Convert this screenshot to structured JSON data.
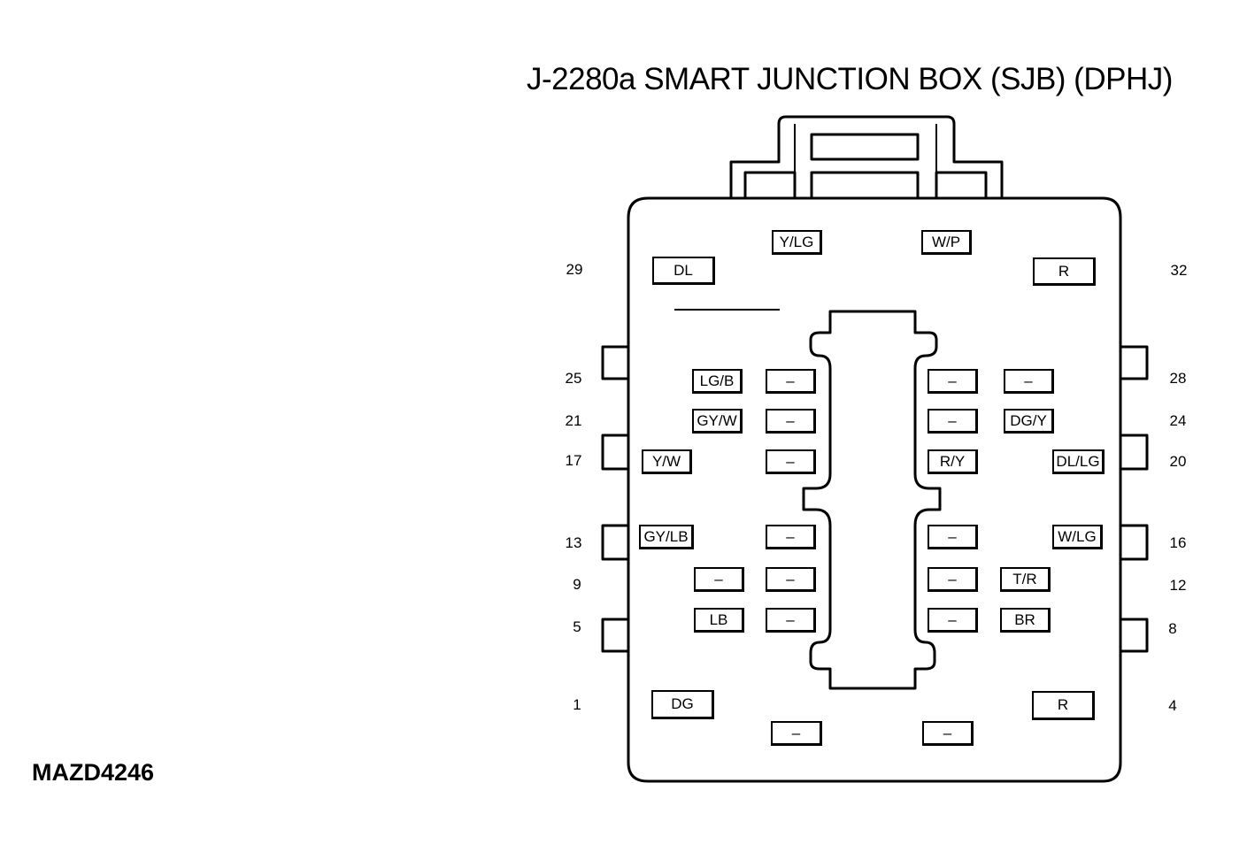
{
  "title": "J-2280a SMART JUNCTION BOX (SJB) (DPHJ)",
  "diagram_code": "MAZD4246",
  "pin_numbers": {
    "p29": "29",
    "p32": "32",
    "p25": "25",
    "p28": "28",
    "p21": "21",
    "p24": "24",
    "p17": "17",
    "p20": "20",
    "p13": "13",
    "p16": "16",
    "p9": "9",
    "p12": "12",
    "p5": "5",
    "p8": "8",
    "p1": "1",
    "p4": "4"
  },
  "terminals": {
    "top_left": "Y/LG",
    "top_right": "W/P",
    "pin29": "DL",
    "pin32": "R",
    "row25_left_outer": "LG/B",
    "row25_left_inner": "–",
    "row25_right_inner": "–",
    "row25_right_outer": "–",
    "row21_left_outer": "GY/W",
    "row21_left_inner": "–",
    "row21_right_inner": "–",
    "row21_right_outer": "DG/Y",
    "row17_left_outer": "Y/W",
    "row17_left_inner": "–",
    "row17_right_inner": "R/Y",
    "row17_right_outer": "DL/LG",
    "row13_left_outer": "GY/LB",
    "row13_left_inner": "–",
    "row13_right_inner": "–",
    "row13_right_outer": "W/LG",
    "row9_left_outer": "–",
    "row9_left_inner": "–",
    "row9_right_inner": "–",
    "row9_right_outer": "T/R",
    "row5_left_outer": "LB",
    "row5_left_inner": "–",
    "row5_right_inner": "–",
    "row5_right_outer": "BR",
    "pin1": "DG",
    "pin4": "R",
    "bottom_left": "–",
    "bottom_right": "–"
  }
}
